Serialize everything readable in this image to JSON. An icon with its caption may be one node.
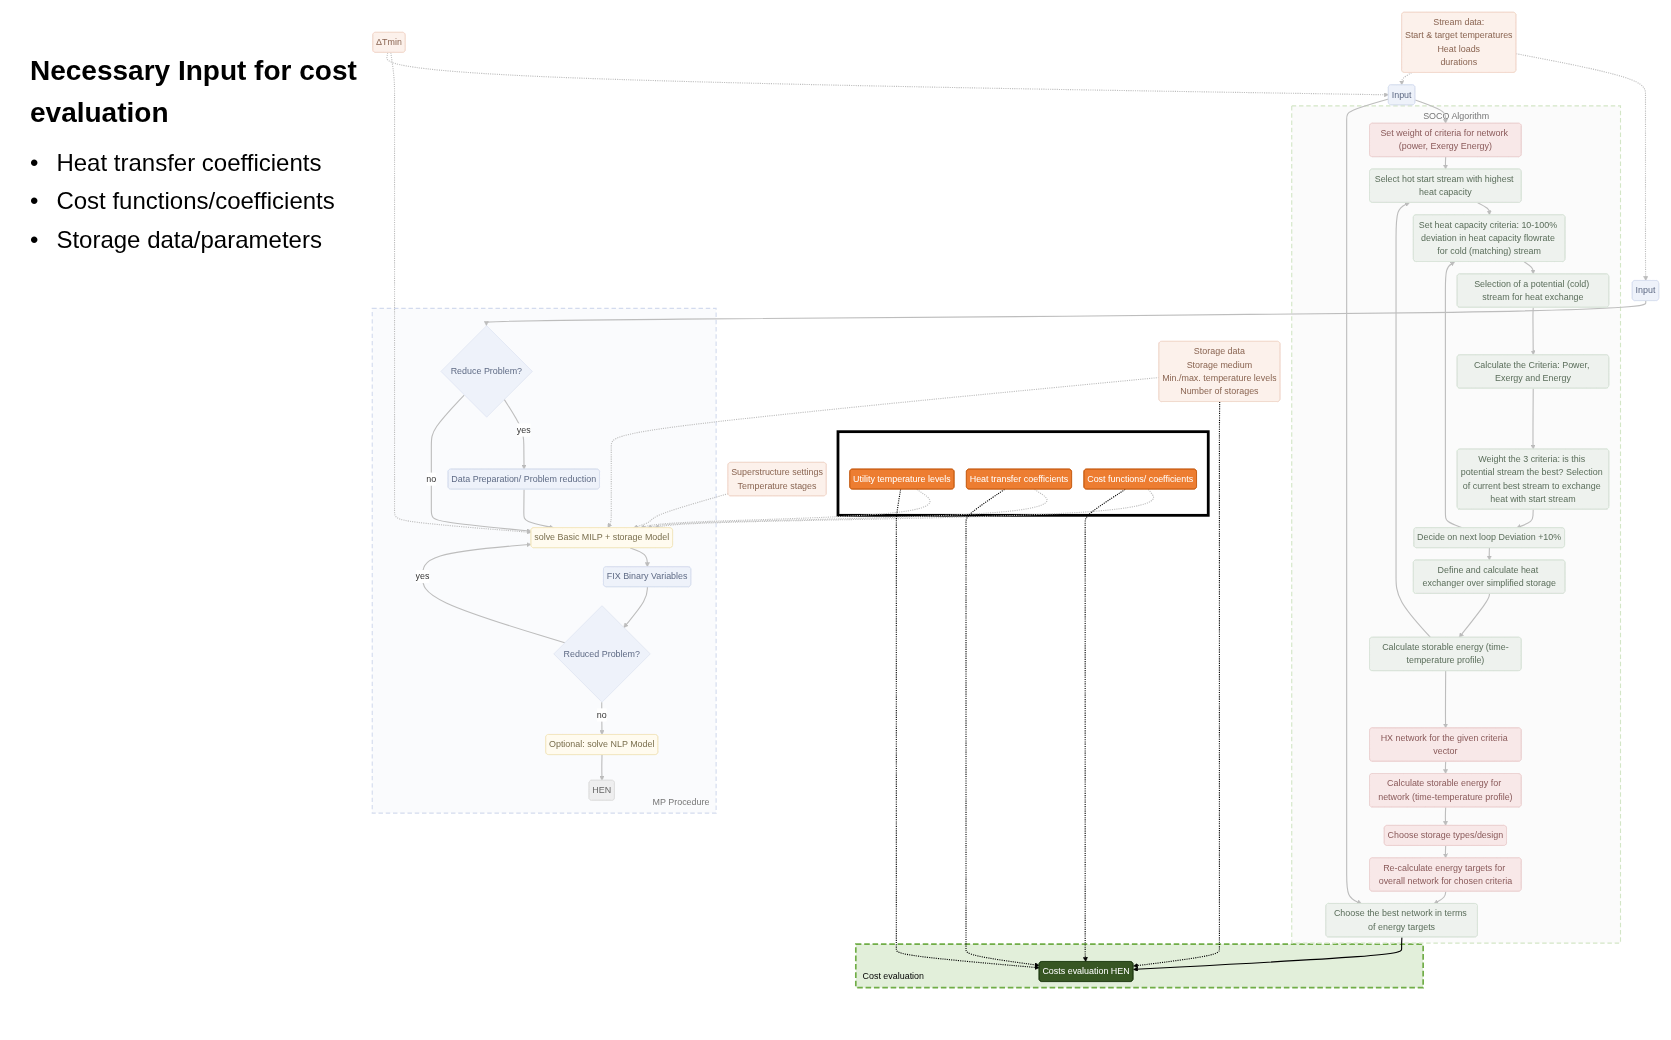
{
  "diagram": {
    "nodes": [
      {
        "text": [
          "Input"
        ]
      },
      {
        "text": [
          "MP Procedure"
        ]
      },
      {
        "text": [
          "Reduce Problem?"
        ],
        "in": 1
      },
      {
        "text": [
          "Data Preparation/ Problem reduction"
        ],
        "in": 1
      },
      {
        "text": [
          "solve Basic MILP + storage Model"
        ],
        "in": 1
      },
      {
        "text": [
          "FIX Binary Variables"
        ],
        "in": 1
      },
      {
        "text": [
          "Reduced Problem?"
        ],
        "in": 1
      },
      {
        "text": [
          "Optional: solve NLP Model"
        ],
        "in": 1
      },
      {
        "text": [
          "HEN"
        ],
        "in": 1
      },
      {
        "text": [
          "Stream data:",
          "Start & target temperatures",
          "Heat loads",
          "durations"
        ]
      },
      {
        "text": [
          "ΔTmin"
        ]
      },
      {
        "text": [],
        "shape": "box"
      },
      {
        "text": [
          "Utility temperature levels"
        ],
        "in": 11
      },
      {
        "text": [
          "Heat transfer coefficients"
        ],
        "in": 11
      },
      {
        "text": [
          "Cost functions/ coefficients"
        ],
        "in": 11
      },
      {
        "text": [
          "Storage data",
          "Storage medium",
          "Min./max. temperature levels",
          "Number of storages"
        ]
      },
      {
        "text": [
          "Superstructure settings",
          "Temperature stages"
        ]
      },
      {
        "text": [
          "Input"
        ]
      },
      {
        "text": [
          "SOCO Algorithm"
        ]
      },
      {
        "text": [
          "Set weight of criteria for network (power, Exergy Energy)"
        ],
        "in": 18
      },
      {
        "text": [
          "Select hot start stream with highest heat capacity"
        ],
        "in": 18
      },
      {
        "text": [
          "Set heat capacity criteria: 10-100% deviation in heat capacity flowrate for cold (matching) stream"
        ],
        "in": 18
      },
      {
        "text": [
          "Selection of a potential (cold) stream for heat exchange"
        ],
        "in": 18
      },
      {
        "text": [
          "Calculate the Criteria: Power, Exergy and Energy"
        ],
        "in": 18
      },
      {
        "text": [
          "Weight the 3 criteria: is this potential stream the best? Selection of current best stream to exchange heat with start stream"
        ],
        "in": 18
      },
      {
        "text": [
          "Decide on next loop Deviation +10%"
        ],
        "in": 18
      },
      {
        "text": [
          "Define and calculate heat exchanger over simplified storage"
        ],
        "in": 18
      },
      {
        "text": [
          "Calculate storable energy (time-temperature profile)"
        ],
        "in": 18
      },
      {
        "text": [
          "HX network for the given criteria vector"
        ],
        "in": 18
      },
      {
        "text": [
          "Calculate storable energy for network (time-temperature profile)"
        ],
        "in": 18
      },
      {
        "text": [
          "Choose storage types/design"
        ],
        "in": 18
      },
      {
        "text": [
          "Re-calculate energy targets for overall network for chosen criteria"
        ],
        "in": 18
      },
      {
        "text": [
          "Choose the best network in terms of energy targets"
        ],
        "in": 18
      },
      {
        "text": [
          "Cost evaluation"
        ]
      },
      {
        "text": [
          "Costs evaluation HEN"
        ],
        "in": 33
      }
    ],
    "edges": [
      {
        "from": 0,
        "to": 2,
        "arrow": "to"
      },
      {
        "from": 2,
        "to": 3,
        "label": "yes",
        "arrow": "to"
      },
      {
        "from": 2,
        "to": 4,
        "label": "no",
        "arrow": "to"
      },
      {
        "from": 3,
        "to": 4,
        "arrow": "to"
      },
      {
        "from": 4,
        "to": 5,
        "arrow": "to"
      },
      {
        "from": 5,
        "to": 6,
        "arrow": "to"
      },
      {
        "from": 6,
        "to": 4,
        "label": "yes",
        "arrow": "to"
      },
      {
        "from": 6,
        "to": 7,
        "label": "no",
        "arrow": "to"
      },
      {
        "from": 7,
        "to": 8,
        "arrow": "to"
      },
      {
        "from": 9,
        "to": 0,
        "arrow": "to",
        "style": "dashed"
      },
      {
        "from": 10,
        "to": 4,
        "arrow": "to",
        "style": "dashed"
      },
      {
        "from": 12,
        "to": 4,
        "arrow": "to",
        "style": "dashed"
      },
      {
        "from": 13,
        "to": 4,
        "arrow": "to",
        "style": "dashed"
      },
      {
        "from": 14,
        "to": 4,
        "arrow": "to",
        "style": "dashed"
      },
      {
        "from": 15,
        "to": 4,
        "arrow": "to",
        "style": "dashed"
      },
      {
        "from": 16,
        "to": 4,
        "arrow": "to",
        "style": "dashed"
      },
      {
        "from": 9,
        "to": 17,
        "arrow": "to",
        "style": "dashed"
      },
      {
        "from": 10,
        "to": 17,
        "arrow": "to",
        "style": "dashed"
      },
      {
        "from": 12,
        "to": 34,
        "arrow": "to",
        "style": "dashed",
        "color": "#000000"
      },
      {
        "from": 13,
        "to": 34,
        "arrow": "to",
        "style": "dashed",
        "color": "#000000"
      },
      {
        "from": 14,
        "to": 34,
        "arrow": "to",
        "style": "dashed",
        "color": "#000000"
      },
      {
        "from": 15,
        "to": 34,
        "arrow": "to",
        "style": "dashed",
        "color": "#000000"
      },
      {
        "from": 17,
        "to": 19,
        "arrow": "to"
      },
      {
        "from": 17,
        "to": 32,
        "arrow": "to"
      },
      {
        "from": 19,
        "to": 20,
        "arrow": "to"
      },
      {
        "from": 20,
        "to": 21,
        "arrow": "to"
      },
      {
        "from": 21,
        "to": 22,
        "arrow": "to"
      },
      {
        "from": 22,
        "to": 23,
        "arrow": "to"
      },
      {
        "from": 23,
        "to": 24,
        "arrow": "to"
      },
      {
        "from": 24,
        "to": 25,
        "arrow": "to"
      },
      {
        "from": 25,
        "to": 21,
        "arrow": "to"
      },
      {
        "from": 25,
        "to": 26,
        "arrow": "to"
      },
      {
        "from": 27,
        "to": 20,
        "arrow": "to"
      },
      {
        "from": 26,
        "to": 27,
        "arrow": "to"
      },
      {
        "from": 27,
        "to": 28,
        "arrow": "to"
      },
      {
        "from": 28,
        "to": 29,
        "arrow": "to"
      },
      {
        "from": 29,
        "to": 30,
        "arrow": "to"
      },
      {
        "from": 30,
        "to": 31,
        "arrow": "to"
      },
      {
        "from": 31,
        "to": 32,
        "arrow": "to"
      },
      {
        "from": 32,
        "to": 34,
        "arrow": "to",
        "color": "#000000"
      }
    ],
    "labels": [
      "Necessary Input for cost evaluation",
      "•",
      "Heat transfer coefficients",
      "•",
      "Cost functions/coefficients",
      "•",
      "Storage data/parameters"
    ]
  }
}
